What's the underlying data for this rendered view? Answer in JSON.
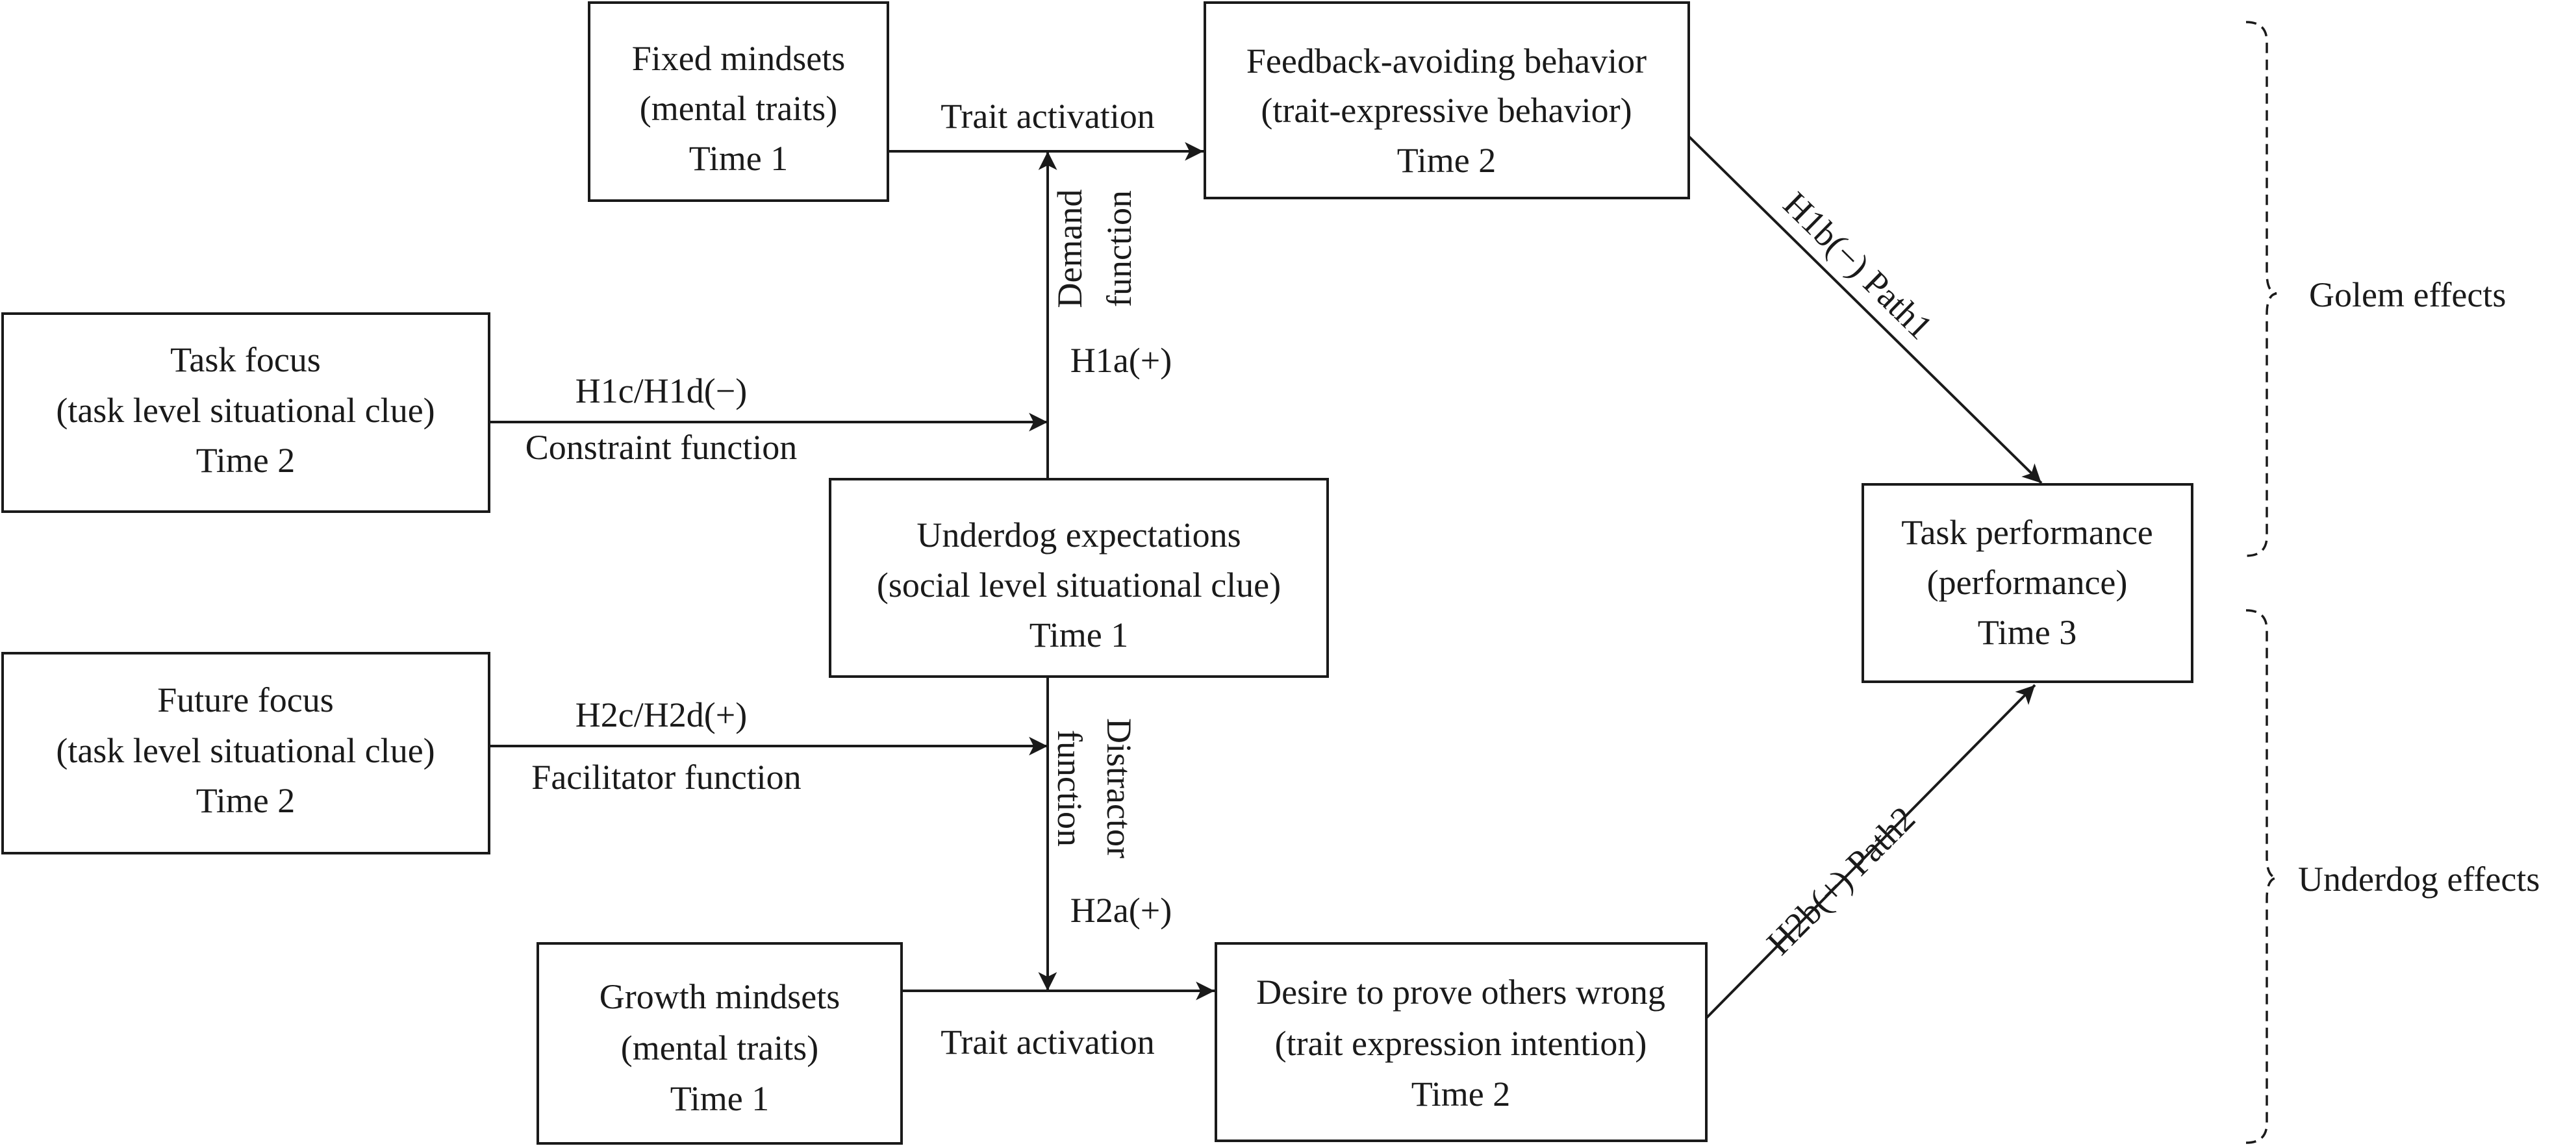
{
  "boxes": {
    "fixed_mindsets": {
      "lines": [
        "Fixed mindsets",
        "(mental traits)",
        "Time 1"
      ]
    },
    "feedback_avoiding": {
      "lines": [
        "Feedback-avoiding behavior",
        "(trait-expressive behavior)",
        "Time 2"
      ]
    },
    "task_focus": {
      "lines": [
        "Task focus",
        "(task level situational clue)",
        "Time 2"
      ]
    },
    "underdog_expectations": {
      "lines": [
        "Underdog expectations",
        "(social level situational clue)",
        "Time 1"
      ]
    },
    "future_focus": {
      "lines": [
        "Future focus",
        "(task level situational clue)",
        "Time 2"
      ]
    },
    "growth_mindsets": {
      "lines": [
        "Growth mindsets",
        "(mental traits)",
        "Time 1"
      ]
    },
    "desire_prove": {
      "lines": [
        "Desire to prove others wrong",
        "(trait expression intention)",
        "Time 2"
      ]
    },
    "task_performance": {
      "lines": [
        "Task performance",
        "(performance)",
        "Time 3"
      ]
    }
  },
  "labels": {
    "trait_activation_top": "Trait activation",
    "trait_activation_bottom": "Trait activation",
    "h1c_h1d": "H1c/H1d(−)",
    "constraint_function": "Constraint function",
    "h2c_h2d": "H2c/H2d(+)",
    "facilitator_function": "Facilitator function",
    "demand": "Demand",
    "demand_function": "function",
    "h1a": "H1a(+)",
    "distractor": "Distractor",
    "distractor_function": "function",
    "h2a": "H2a(+)",
    "h1b_path1": "H1b(−)  Path1",
    "h2b_path2": "H2b(+)  Path2",
    "golem_effects": "Golem effects",
    "underdog_effects": "Underdog effects"
  }
}
